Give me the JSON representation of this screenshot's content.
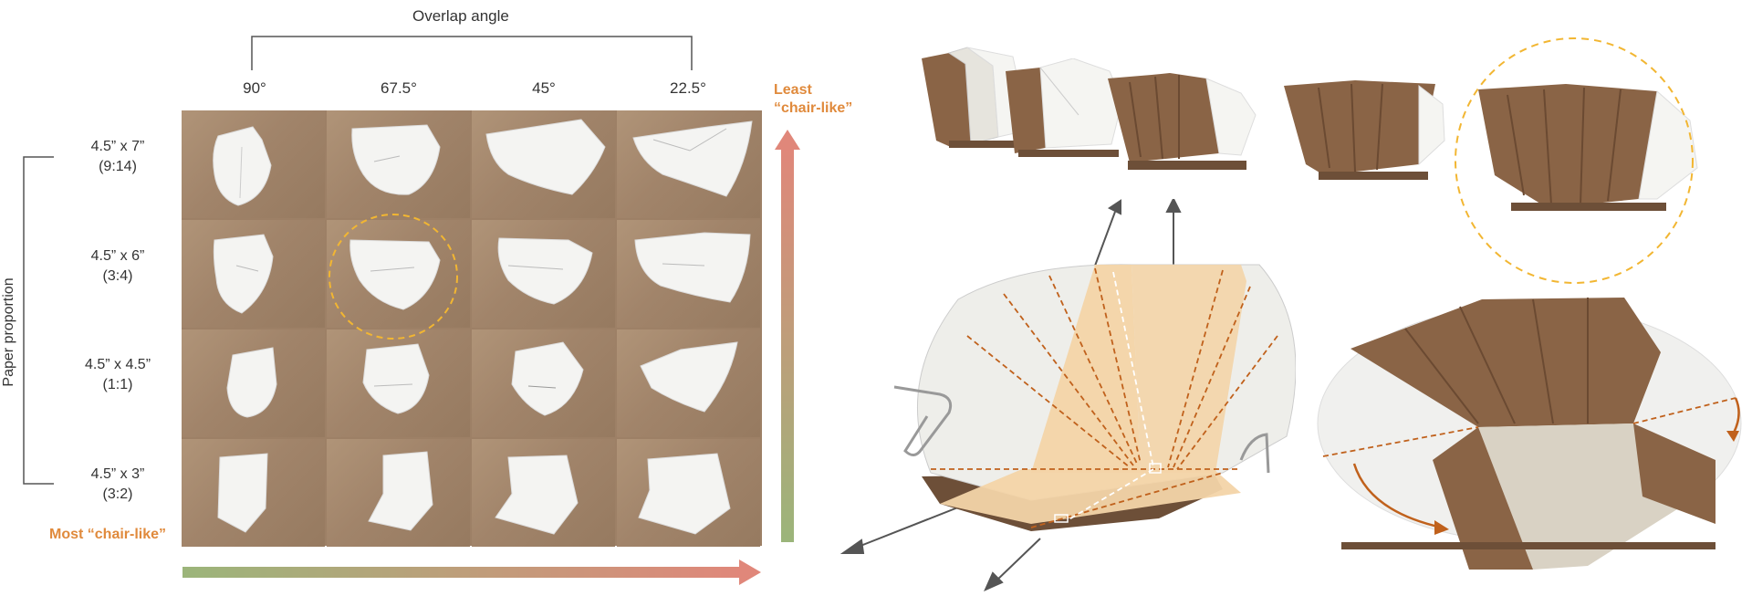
{
  "matrix": {
    "column_axis_title": "Overlap angle",
    "columns": [
      "90°",
      "67.5°",
      "45°",
      "22.5°"
    ],
    "row_axis_title": "Paper proportion",
    "rows": [
      {
        "size": "4.5” x 7”",
        "ratio": "(9:14)"
      },
      {
        "size": "4.5” x 6”",
        "ratio": "(3:4)"
      },
      {
        "size": "4.5” x 4.5”",
        "ratio": "(1:1)"
      },
      {
        "size": "4.5” x 3”",
        "ratio": "(3:2)"
      }
    ],
    "most_label": "Most “chair-like”",
    "least_label_line1": "Least",
    "least_label_line2": "“chair-like”"
  },
  "colors": {
    "accent_orange": "#e08a3c",
    "highlight_yellow": "#f2b632",
    "arrow_green": "#9bb57a",
    "arrow_red": "#e0877a",
    "cardboard": "#8a6446",
    "fold_line": "#c0611c"
  },
  "highlights": {
    "matrix_cell": {
      "row": 2,
      "column": 2
    },
    "prototype_index": 5
  },
  "icons": [
    "up-arrow-icon",
    "right-arrow-icon",
    "dashed-circle-icon",
    "curved-arrow-icon",
    "paperclip-icon"
  ]
}
